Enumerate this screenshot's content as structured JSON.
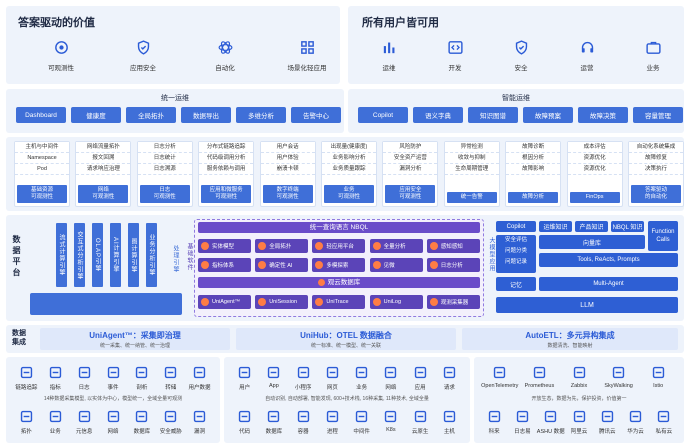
{
  "top_left": {
    "title": "答案驱动的价值",
    "items": [
      {
        "label": "可观测性",
        "icon": "target-icon"
      },
      {
        "label": "应用安全",
        "icon": "shield-icon"
      },
      {
        "label": "自动化",
        "icon": "atom-icon"
      },
      {
        "label": "场景化轻应用",
        "icon": "grid-icon"
      }
    ]
  },
  "top_right": {
    "title": "所有用户皆可用",
    "items": [
      {
        "label": "运维",
        "icon": "chart-icon"
      },
      {
        "label": "开发",
        "icon": "code-icon"
      },
      {
        "label": "安全",
        "icon": "check-shield-icon"
      },
      {
        "label": "运营",
        "icon": "headset-icon"
      },
      {
        "label": "业务",
        "icon": "briefcase-icon"
      }
    ]
  },
  "ops": {
    "title": "统一运维",
    "buttons": [
      "Dashboard",
      "健康度",
      "全局拓扑",
      "数据导出",
      "多维分析",
      "告警中心"
    ]
  },
  "aiops": {
    "title": "智能运维",
    "buttons": [
      "Copilot",
      "语义字典",
      "知识图谱",
      "故障预案",
      "故障决策",
      "容量管理"
    ]
  },
  "columns": [
    {
      "items": [
        "主机与中间件",
        "Namespace",
        "Pod"
      ],
      "foot": "基础资源\n可观测性"
    },
    {
      "items": [
        "网络流量拓扑",
        "报文回溯",
        "请求响应治理"
      ],
      "foot": "网络\n可观测性"
    },
    {
      "items": [
        "日志分析",
        "日志统计",
        "日志溯源"
      ],
      "foot": "日志\n可观测性"
    },
    {
      "items": [
        "分布式链路追踪",
        "代码级调用分析",
        "服务依赖与调用"
      ],
      "foot": "应用和微服务\n可观测性"
    },
    {
      "items": [
        "用户会话",
        "用户体验",
        "崩溃卡顿"
      ],
      "foot": "数字终端\n可观测性"
    },
    {
      "items": [
        "出现量(健康度)",
        "业务影响分析",
        "业务质量跟踪"
      ],
      "foot": "业务\n可观测性"
    },
    {
      "items": [
        "风险防护",
        "安全资产运营",
        "漏洞分析"
      ],
      "foot": "应用安全\n可观测性"
    },
    {
      "items": [
        "异常检测",
        "收敛与抑制",
        "生命周期管理"
      ],
      "foot": "统一告警"
    },
    {
      "items": [
        "故障诊断",
        "根因分析",
        "故障影响"
      ],
      "foot": "故障分析"
    },
    {
      "items": [
        "成本评估",
        "资源优化",
        "资源优化"
      ],
      "foot": "FinOps"
    },
    {
      "items": [
        "自动化系统集成",
        "故障修复",
        "决策执行"
      ],
      "foot": "答案驱动\n的自动化"
    }
  ],
  "platform": {
    "side_label": "数据平台",
    "engines": [
      "流式计算引擎",
      "交互式分析引擎",
      "OLAP引擎",
      "AI计算引擎",
      "图计算引擎",
      "业务分析引擎"
    ],
    "proc_label": "处理引擎",
    "base_label": "基础软件",
    "nbql": "统一查询语言 NBQL",
    "row1": [
      "实体模型",
      "全局拓扑",
      "轻应用平台",
      "全量分析",
      "感知感知"
    ],
    "row2": [
      "指标体系",
      "确定性 AI",
      "多模探索",
      "见微",
      "日志分析"
    ],
    "storage": "观云数据库",
    "row3": [
      "UniAgent™",
      "UniSession",
      "UniTrace",
      "UniLog",
      "观测采集器"
    ],
    "llm_side": "大模型应用",
    "copilot": "Copilot",
    "tags": [
      "运维知识",
      "产品知识",
      "NBQL 知识"
    ],
    "left_small": [
      "安全评估",
      "问题分类",
      "问题记录"
    ],
    "vector": "向量库",
    "function": "Function Calls",
    "tools": "Tools, ReActs, Prompts",
    "memory": "记忆",
    "multi_agent": "Multi-Agent",
    "llm": "LLM"
  },
  "integration": {
    "side_label": "数据集成",
    "uniagent": "UniAgent™：采集即治理",
    "uniagent_sub": "统一采集、统一纳管、统一治理",
    "unihub": "UniHub：OTEL 数据融合",
    "unihub_sub": "统一标准、统一模型、统一关联",
    "autoetl": "AutoETL：多元异构集成",
    "autoetl_sub": "数据清洗、智能映射"
  },
  "sources_left": {
    "row1": [
      "链路追踪",
      "指标",
      "日志",
      "事件",
      "剖析",
      "转储",
      "用户数据"
    ],
    "note": "14种数据采集模型, 以实体为中心，模型统一，全域全量可观测",
    "row2": [
      "拓扑",
      "业务",
      "元信息",
      "网络",
      "数据库",
      "安全威胁",
      "漏洞"
    ]
  },
  "sources_mid": {
    "row1": [
      "用户",
      "App",
      "小程序",
      "网页",
      "业务",
      "网络",
      "应用",
      "请求"
    ],
    "note": "自动识别, 自动部署, 智能发现, 600+技术栈, 16种采集, 11种技术, 全域全量",
    "row2": [
      "代码",
      "数据库",
      "容器",
      "进程",
      "中间件",
      "K8s",
      "云原生",
      "主机"
    ]
  },
  "sources_right": {
    "row1": [
      "OpenTelemetry",
      "Prometheus",
      "Zabbix",
      "SkyWalking",
      "Istio"
    ],
    "note": "开放生态，数据为先，保护投资，价值第一",
    "row2": [
      "科来",
      "日志易",
      "ASHU 数据",
      "阿里云",
      "腾讯云",
      "华为云",
      "私有云"
    ]
  },
  "colors": {
    "accent": "#3f6fd8",
    "purple": "#5b44b8",
    "panel": "#eef3fb"
  }
}
